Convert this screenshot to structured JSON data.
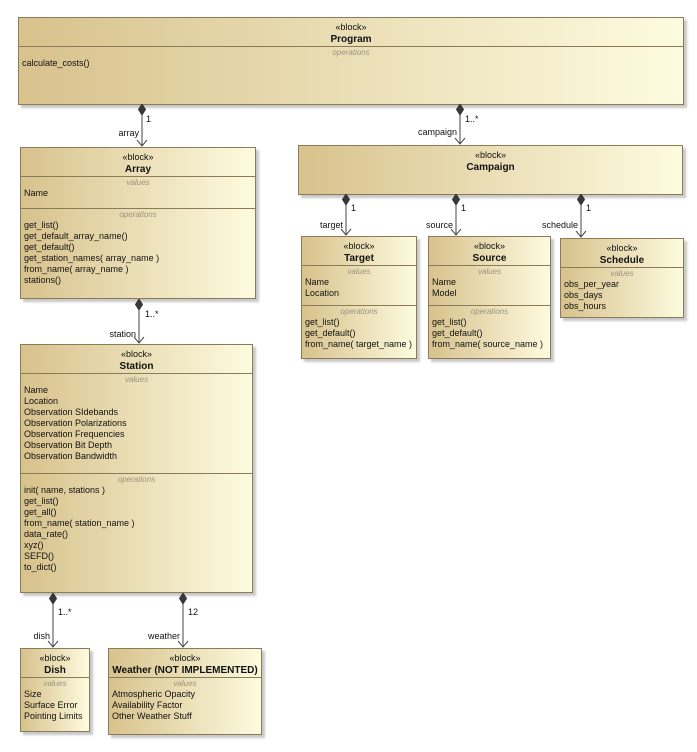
{
  "diagram": {
    "colors": {
      "block_fill_left": "#d8c28d",
      "block_fill_right": "#fdfbdf",
      "block_border": "#8b7b57",
      "compartment_label": "#9b947f",
      "connector": "#464646",
      "background": "#ffffff"
    },
    "blocks": [
      {
        "id": "program",
        "stereotype": "«block»",
        "name": "Program",
        "compartments": [
          {
            "label": "operations",
            "items": [
              "calculate_costs()"
            ]
          }
        ]
      },
      {
        "id": "array",
        "stereotype": "«block»",
        "name": "Array",
        "compartments": [
          {
            "label": "values",
            "items": [
              "Name"
            ]
          },
          {
            "label": "operations",
            "items": [
              "get_list()",
              "get_default_array_name()",
              "get_default()",
              "get_station_names( array_name )",
              "from_name( array_name )",
              "stations()"
            ]
          }
        ]
      },
      {
        "id": "campaign",
        "stereotype": "«block»",
        "name": "Campaign",
        "compartments": []
      },
      {
        "id": "target",
        "stereotype": "«block»",
        "name": "Target",
        "compartments": [
          {
            "label": "values",
            "items": [
              "Name",
              "Location"
            ]
          },
          {
            "label": "operations",
            "items": [
              "get_list()",
              "get_default()",
              "from_name( target_name )"
            ]
          }
        ]
      },
      {
        "id": "source",
        "stereotype": "«block»",
        "name": "Source",
        "compartments": [
          {
            "label": "values",
            "items": [
              "Name",
              "Model"
            ]
          },
          {
            "label": "operations",
            "items": [
              "get_list()",
              "get_default()",
              "from_name( source_name )"
            ]
          }
        ]
      },
      {
        "id": "schedule",
        "stereotype": "«block»",
        "name": "Schedule",
        "compartments": [
          {
            "label": "values",
            "items": [
              "obs_per_year",
              "obs_days",
              "obs_hours"
            ]
          }
        ]
      },
      {
        "id": "station",
        "stereotype": "«block»",
        "name": "Station",
        "compartments": [
          {
            "label": "values",
            "items": [
              "Name",
              "Location",
              "Observation SIdebands",
              "Observation Polarizations",
              "Observation Frequencies",
              "Observation Bit Depth",
              "Observation Bandwidth"
            ]
          },
          {
            "label": "operations",
            "items": [
              "init( name, stations )",
              "get_list()",
              "get_all()",
              "from_name( station_name )",
              "data_rate()",
              "xyz()",
              "SEFD()",
              "to_dict()"
            ]
          }
        ]
      },
      {
        "id": "dish",
        "stereotype": "«block»",
        "name": "Dish",
        "compartments": [
          {
            "label": "values",
            "items": [
              "Size",
              "Surface Error",
              "Pointing Limits"
            ]
          }
        ]
      },
      {
        "id": "weather",
        "stereotype": "«block»",
        "name": "Weather (NOT IMPLEMENTED)",
        "compartments": [
          {
            "label": "values",
            "items": [
              "Atmospheric Opacity",
              "Availability Factor",
              "Other Weather Stuff"
            ]
          }
        ]
      }
    ],
    "connectors": [
      {
        "id": "program-array",
        "role": "array",
        "multiplicity": "1"
      },
      {
        "id": "program-campaign",
        "role": "campaign",
        "multiplicity": "1..*"
      },
      {
        "id": "campaign-target",
        "role": "target",
        "multiplicity": "1"
      },
      {
        "id": "campaign-source",
        "role": "source",
        "multiplicity": "1"
      },
      {
        "id": "campaign-schedule",
        "role": "schedule",
        "multiplicity": "1"
      },
      {
        "id": "array-station",
        "role": "station",
        "multiplicity": "1..*"
      },
      {
        "id": "station-dish",
        "role": "dish",
        "multiplicity": "1..*"
      },
      {
        "id": "station-weather",
        "role": "weather",
        "multiplicity": "12"
      }
    ]
  }
}
